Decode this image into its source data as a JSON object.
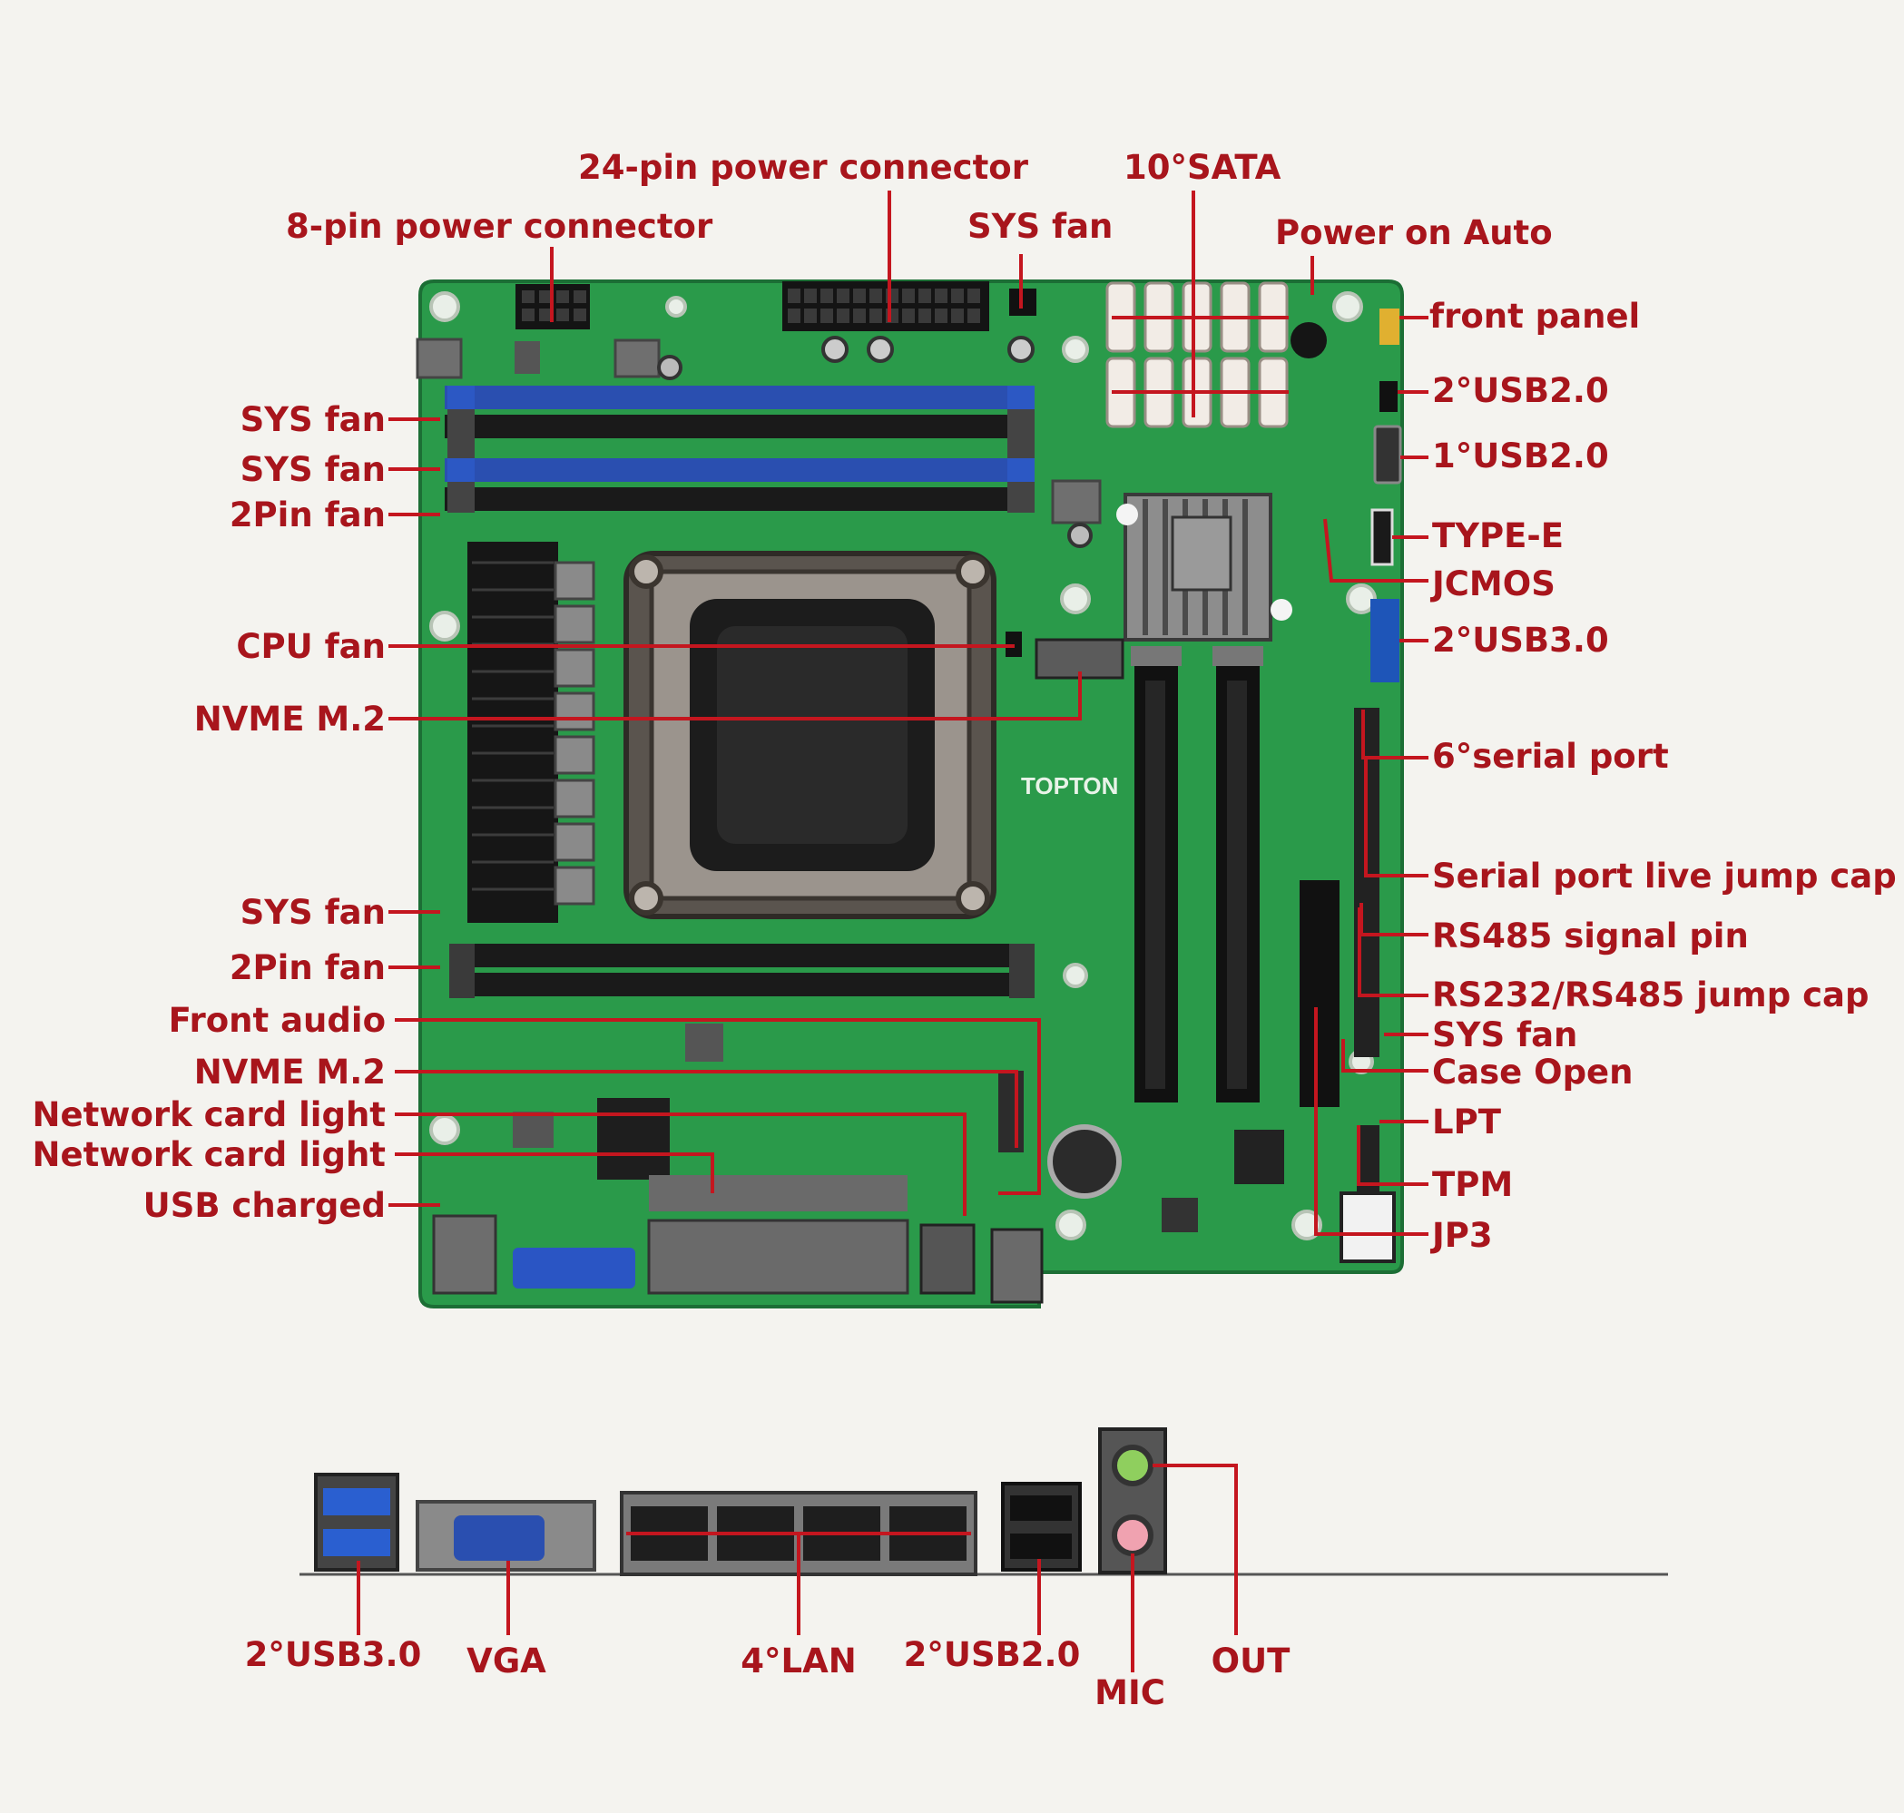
{
  "colors": {
    "pcb": "#2a9a4a",
    "pcb_dark": "#1f7a3a",
    "label": "#a8151c",
    "leader": "#c4161f",
    "dimm_blue": "#2a4fb0",
    "dimm_black": "#1a1a1a",
    "background": "#f4f3ef"
  },
  "board": {
    "silkscreen_brand": "TOPTON"
  },
  "labels": {
    "power_8pin": "8-pin power connector",
    "power_24pin": "24-pin power connector",
    "sys_fan_top": "SYS fan",
    "sata": "10°SATA",
    "power_on_auto": "Power on  Auto",
    "front_panel": "front panel",
    "usb20_2x": "2°USB2.0",
    "usb20_1x": "1°USB2.0",
    "type_e": "TYPE-E",
    "jcmos": "JCMOS",
    "usb30_2x": "2°USB3.0",
    "serial_6x": "6°serial port",
    "serial_jump": "Serial port live jump cap",
    "rs485_pin": "RS485 signal pin",
    "rs232_jump": "RS232/RS485 jump cap",
    "sys_fan_right": "SYS fan",
    "case_open": "Case Open",
    "lpt": "LPT",
    "tpm": "TPM",
    "jp3": "JP3",
    "sys_fan_l1": "SYS fan",
    "sys_fan_l2": "SYS fan",
    "fan_2pin_l1": "2Pin fan",
    "cpu_fan": "CPU fan",
    "nvme_1": "NVME M.2",
    "sys_fan_l3": "SYS fan",
    "fan_2pin_l2": "2Pin fan",
    "front_audio": "Front audio",
    "nvme_2": "NVME M.2",
    "net_light_1": "Network card light",
    "net_light_2": "Network card light",
    "usb_charged": "USB charged"
  },
  "io_panel": {
    "usb30": "2°USB3.0",
    "vga": "VGA",
    "lan": "4°LAN",
    "usb20": "2°USB2.0",
    "mic": "MIC",
    "out": "OUT"
  },
  "icons": [
    "cpu-socket-icon",
    "dimm-slot-icon",
    "pcie-slot-icon",
    "sata-port-icon",
    "heatsink-icon",
    "cmos-battery-icon",
    "vga-port-icon",
    "rj45-port-icon",
    "usb-port-icon",
    "audio-jack-icon"
  ]
}
